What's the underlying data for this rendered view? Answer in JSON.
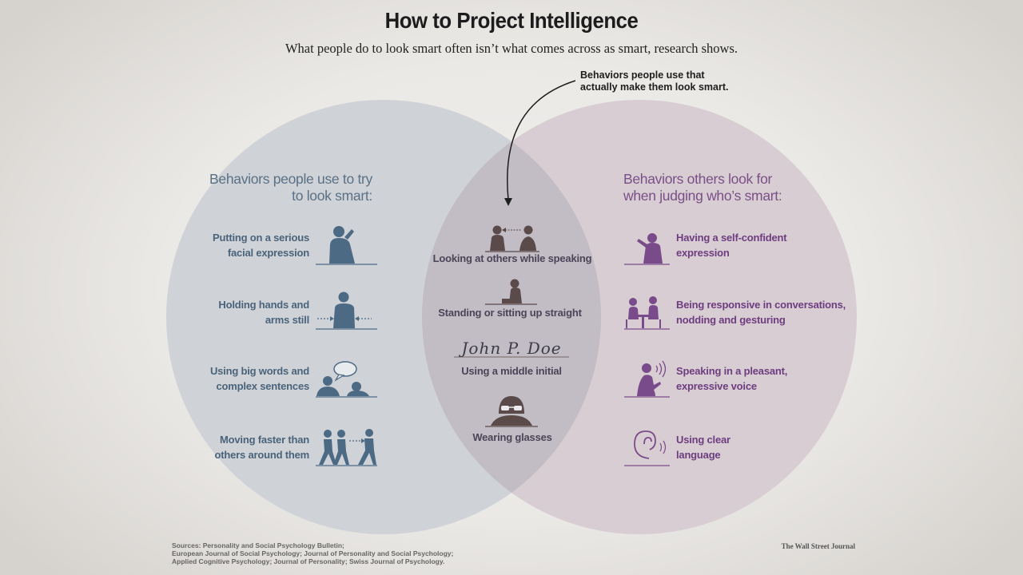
{
  "title": "How to Project Intelligence",
  "subtitle": "What people do to look smart often isn’t what comes across as smart, research shows.",
  "annotation": {
    "line1": "Behaviors people use that",
    "line2": "actually make them look smart."
  },
  "left": {
    "heading_line1": "Behaviors people use to try",
    "heading_line2": "to look smart:",
    "items": [
      {
        "line1": "Putting on a serious",
        "line2": "facial expression",
        "icon": "serious-face-icon"
      },
      {
        "line1": "Holding hands and",
        "line2": "arms still",
        "icon": "still-arms-icon"
      },
      {
        "line1": "Using big words and",
        "line2": "complex sentences",
        "icon": "speech-bubble-icon"
      },
      {
        "line1": "Moving faster than",
        "line2": "others around them",
        "icon": "walking-people-icon"
      }
    ]
  },
  "center": {
    "items": [
      {
        "label": "Looking at others while speaking",
        "icon": "eye-contact-icon"
      },
      {
        "label": "Standing or sitting up straight",
        "icon": "upright-posture-icon"
      },
      {
        "label": "Using a middle initial",
        "icon": "signature-icon",
        "signature": "John P. Doe"
      },
      {
        "label": "Wearing glasses",
        "icon": "glasses-icon"
      }
    ]
  },
  "right": {
    "heading_line1": "Behaviors others look for",
    "heading_line2": "when judging who’s smart:",
    "items": [
      {
        "line1": "Having a self-confident",
        "line2": "expression",
        "icon": "confident-person-icon"
      },
      {
        "line1": "Being responsive in conversations,",
        "line2": "nodding and gesturing",
        "icon": "conversation-icon"
      },
      {
        "line1": "Speaking in a pleasant,",
        "line2": "expressive voice",
        "icon": "speaking-voice-icon"
      },
      {
        "line1": "Using clear",
        "line2": "language",
        "icon": "ear-icon"
      }
    ]
  },
  "sources": {
    "line1": "Sources: Personality and Social Psychology Bulletin;",
    "line2": "European Journal of Social Psychology; Journal of Personality and Social Psychology;",
    "line3": "Applied Cognitive Psychology; Journal of Personality; Swiss Journal of Psychology."
  },
  "credit": "The Wall Street Journal",
  "colors": {
    "left_circle": "#cfd3d8",
    "right_circle": "#d8cdd3",
    "overlap": "#c2bdc4",
    "left_text": "#4a637a",
    "right_text": "#6e3d80",
    "left_icon": "#4d6a85",
    "right_icon": "#7a4b8a",
    "mid_icon": "#5a4a4a"
  }
}
